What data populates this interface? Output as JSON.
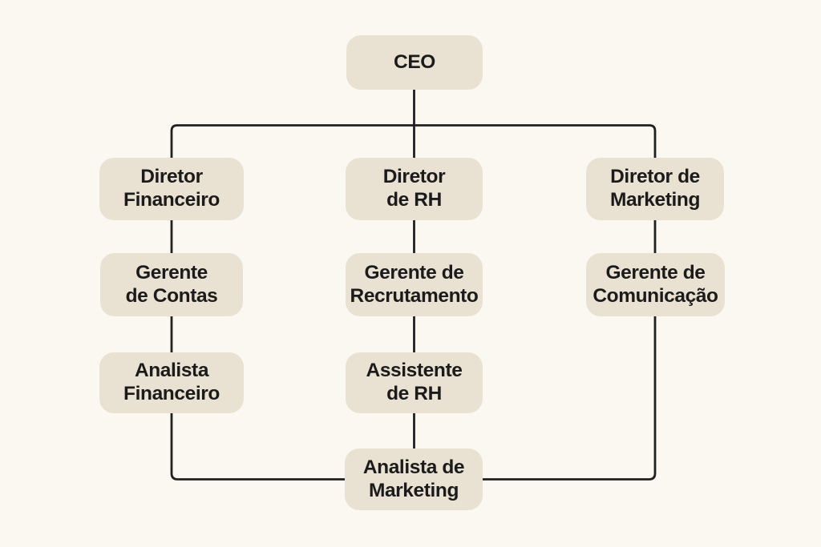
{
  "org_chart": {
    "nodes": [
      {
        "id": "ceo",
        "label": "CEO"
      },
      {
        "id": "diretor-financeiro",
        "label": "Diretor\nFinanceiro"
      },
      {
        "id": "diretor-de-rh",
        "label": "Diretor\nde RH"
      },
      {
        "id": "diretor-de-marketing",
        "label": "Diretor de\nMarketing"
      },
      {
        "id": "gerente-de-contas",
        "label": "Gerente\nde Contas"
      },
      {
        "id": "gerente-de-recrutamento",
        "label": "Gerente de\nRecrutamento"
      },
      {
        "id": "gerente-de-comunicacao",
        "label": "Gerente de\nComunicação"
      },
      {
        "id": "analista-financeiro",
        "label": "Analista\nFinanceiro"
      },
      {
        "id": "assistente-de-rh",
        "label": "Assistente\nde RH"
      },
      {
        "id": "analista-de-marketing",
        "label": "Analista de\nMarketing"
      }
    ],
    "edges": [
      [
        "ceo",
        "diretor-financeiro"
      ],
      [
        "ceo",
        "diretor-de-rh"
      ],
      [
        "ceo",
        "diretor-de-marketing"
      ],
      [
        "diretor-financeiro",
        "gerente-de-contas"
      ],
      [
        "gerente-de-contas",
        "analista-financeiro"
      ],
      [
        "diretor-de-rh",
        "gerente-de-recrutamento"
      ],
      [
        "gerente-de-recrutamento",
        "assistente-de-rh"
      ],
      [
        "diretor-de-marketing",
        "gerente-de-comunicacao"
      ],
      [
        "analista-financeiro",
        "analista-de-marketing"
      ],
      [
        "assistente-de-rh",
        "analista-de-marketing"
      ],
      [
        "gerente-de-comunicacao",
        "analista-de-marketing"
      ]
    ],
    "colors": {
      "background": "#FAF8F1",
      "node_fill": "#E9E1D2",
      "connector": "#202020",
      "text": "#1B1B1B"
    }
  }
}
